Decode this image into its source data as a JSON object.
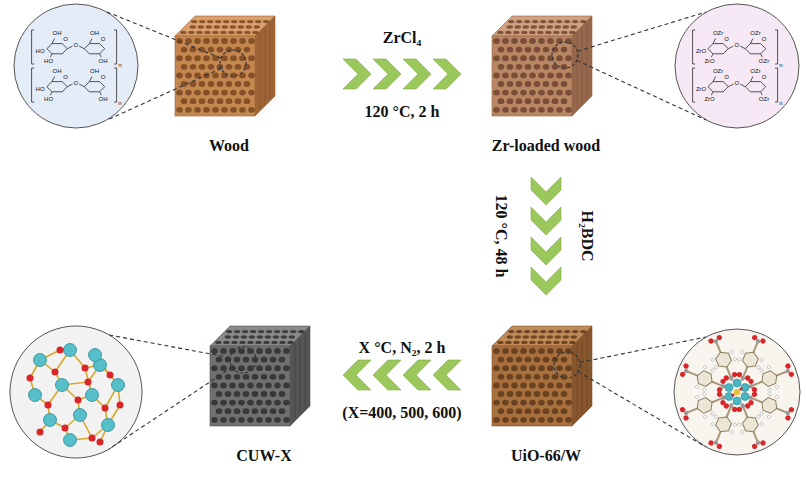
{
  "diagram": {
    "nodes": [
      {
        "text": [
          "Wood"
        ]
      },
      {
        "text": [
          "Zr-loaded wood"
        ]
      },
      {
        "text": [
          "UiO-66/W"
        ]
      },
      {
        "text": [
          "CUW-X"
        ]
      }
    ],
    "edges": [
      {
        "from": 0,
        "to": 1,
        "arrow": "to",
        "label": "ZrCl₄"
      },
      {
        "from": 1,
        "to": 2,
        "arrow": "to",
        "label": "H₂BDC"
      },
      {
        "from": 2,
        "to": 3,
        "arrow": "to",
        "label": "X °C, N₂, 2 h"
      }
    ],
    "labels": [
      "OH",
      "HO",
      "O",
      "HO",
      "O",
      "O",
      "OH",
      "OH",
      "n",
      "OH",
      "HO",
      "O",
      "HO",
      "O",
      "O",
      "OH",
      "OH",
      "n",
      "120 °C, 2 h",
      "OZr",
      "ZrO",
      "O",
      "ZrO",
      "O",
      "O",
      "OZr",
      "OZr",
      "n",
      "OZr",
      "ZrO",
      "O",
      "ZrO",
      "O",
      "O",
      "OZr",
      "OZr",
      "n",
      "120 °C, 48 h",
      "(X=400, 500, 600)"
    ]
  }
}
